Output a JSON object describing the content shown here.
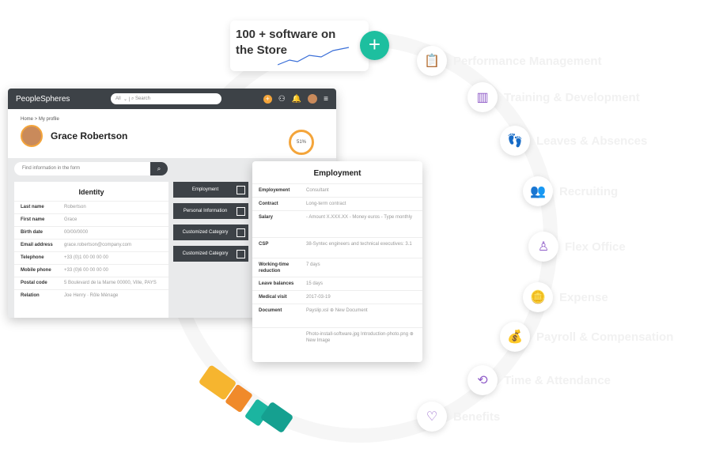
{
  "store": {
    "title": "100 + software on the Store",
    "plus": "+"
  },
  "modules": [
    {
      "label": "Performance Management",
      "icon": "📋"
    },
    {
      "label": "Training & Development",
      "icon": "▥"
    },
    {
      "label": "Leaves & Absences",
      "icon": "👣"
    },
    {
      "label": "Recruiting",
      "icon": "👥"
    },
    {
      "label": "Flex Office",
      "icon": "♙"
    },
    {
      "label": "Expense",
      "icon": "🪙"
    },
    {
      "label": "Payroll & Compensation",
      "icon": "💰"
    },
    {
      "label": "Time & Attendance",
      "icon": "⟲"
    },
    {
      "label": "Benefits",
      "icon": "♡"
    }
  ],
  "app": {
    "logo": "PeopleSpheres",
    "search_scope": "All",
    "search_placeholder": "Search",
    "breadcrumb": "Home  >  My profile",
    "user_name": "Grace Robertson",
    "progress": "51%",
    "find_placeholder": "Find information in the form",
    "identity": {
      "title": "Identity",
      "rows": [
        {
          "k": "Last name",
          "v": "Robertson"
        },
        {
          "k": "First name",
          "v": "Grace"
        },
        {
          "k": "Birth date",
          "v": "00/00/0000"
        },
        {
          "k": "Email address",
          "v": "grace.robertson@company.com"
        },
        {
          "k": "Telephone",
          "v": "+33 (0)1 00 00 00 00"
        },
        {
          "k": "Mobile phone",
          "v": "+33 (0)6 00 00 00 00"
        },
        {
          "k": "Postal code",
          "v": "5 Boulevard de la Marne 00000, Ville, PAYS"
        },
        {
          "k": "Relation",
          "v": "Joe Henry  ·  Rôle  Ménage"
        }
      ]
    },
    "categories": [
      "Employment",
      "Personal Information",
      "Customized Category",
      "Customized Category"
    ]
  },
  "employment": {
    "title": "Employment",
    "rows": [
      {
        "k": "Employement",
        "v": "Consultant"
      },
      {
        "k": "Contract",
        "v": "Long-term contract"
      },
      {
        "k": "Salary",
        "v": "- Amount  X.XXX.XX   - Money  euros   - Type  monthly"
      },
      {
        "k": "CSP",
        "v": "38-Syntec engineers and technical executives: 3.1"
      },
      {
        "k": "Working-time reduction",
        "v": "7 days"
      },
      {
        "k": "Leave balances",
        "v": "15 days"
      },
      {
        "k": "Medical visit",
        "v": "2017-03-19"
      },
      {
        "k": "Document",
        "v": "Payslip.xsl   ⊕ New Document"
      },
      {
        "k": "",
        "v": "Photo-install-software.jpg   Introduction-photo.png   ⊕ New Image"
      }
    ]
  }
}
